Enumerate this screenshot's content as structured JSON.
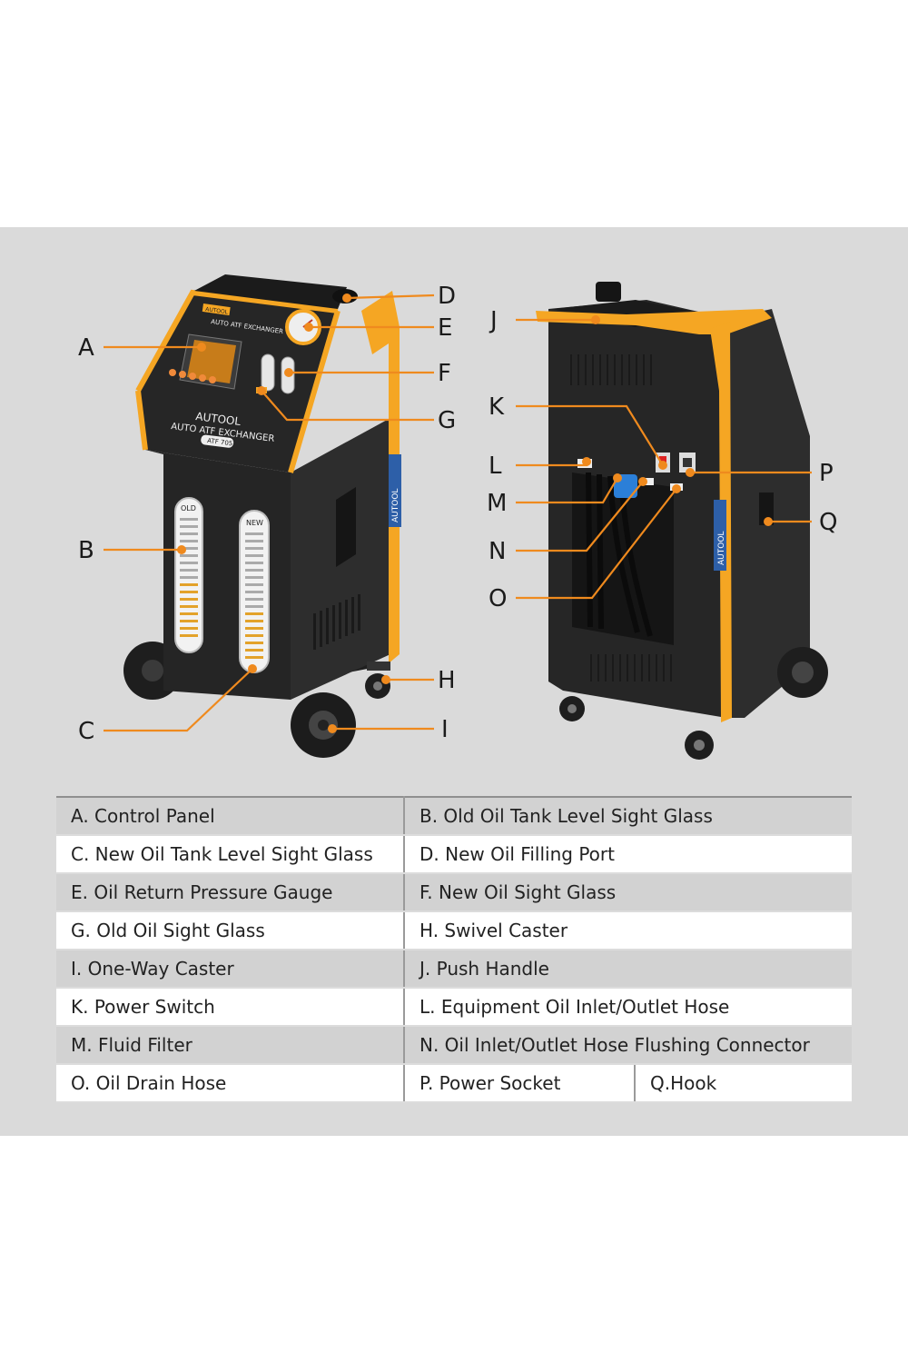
{
  "brand": {
    "name": "AUTOOL",
    "badge": "AUTOOL",
    "product": "AUTO ATF EXCHANGER",
    "model": "ATF 705",
    "side_logo": "AUTOOL"
  },
  "tank_labels": {
    "old": "OLD",
    "new": "NEW"
  },
  "colors": {
    "accent": "#f5a623",
    "body": "#252525",
    "panel_bg": "#dadada"
  },
  "callouts": {
    "A": "A",
    "B": "B",
    "C": "C",
    "D": "D",
    "E": "E",
    "F": "F",
    "G": "G",
    "H": "H",
    "I": "I",
    "J": "J",
    "K": "K",
    "L": "L",
    "M": "M",
    "N": "N",
    "O": "O",
    "P": "P",
    "Q": "Q"
  },
  "legend": {
    "rows": [
      [
        "A. Control Panel",
        "B. Old Oil Tank Level Sight Glass"
      ],
      [
        "C. New Oil Tank Level Sight Glass",
        "D. New Oil Filling Port"
      ],
      [
        "E. Oil Return Pressure Gauge",
        "F. New Oil Sight Glass"
      ],
      [
        "G. Old Oil Sight Glass",
        "H. Swivel Caster"
      ],
      [
        "I.  One-Way Caster",
        "J. Push Handle"
      ],
      [
        "K. Power Switch",
        "L. Equipment Oil Inlet/Outlet Hose"
      ],
      [
        "M. Fluid Filter",
        "N. Oil Inlet/Outlet Hose Flushing Connector"
      ]
    ],
    "last_row": [
      "O. Oil Drain Hose",
      "P. Power Socket",
      "Q.Hook"
    ]
  }
}
